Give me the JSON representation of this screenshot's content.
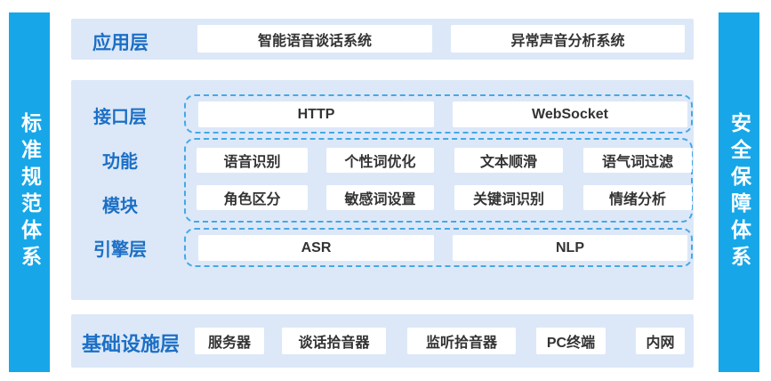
{
  "pillars": {
    "left": "标准规范体系",
    "right": "安全保障体系"
  },
  "layers": {
    "application": {
      "label": "应用层",
      "items": [
        "智能语音谈话系统",
        "异常声音分析系统"
      ]
    },
    "interface": {
      "label": "接口层",
      "items": [
        "HTTP",
        "WebSocket"
      ]
    },
    "function_modules": {
      "label_line1": "功能",
      "label_line2": "模块",
      "rows": [
        [
          "语音识别",
          "个性词优化",
          "文本顺滑",
          "语气词过滤"
        ],
        [
          "角色区分",
          "敏感词设置",
          "关键词识别",
          "情绪分析"
        ]
      ]
    },
    "engine": {
      "label": "引擎层",
      "items": [
        "ASR",
        "NLP"
      ]
    },
    "infrastructure": {
      "label": "基础设施层",
      "items": [
        "服务器",
        "谈话拾音器",
        "监听拾音器",
        "PC终端",
        "内网"
      ]
    }
  },
  "colors": {
    "pillar_blue": "#17a7e9",
    "band_bg": "#dce8f8",
    "label_blue": "#1c6fc5",
    "dashed_border": "#45a8e6",
    "box_bg": "#ffffff",
    "box_text": "#333333"
  }
}
